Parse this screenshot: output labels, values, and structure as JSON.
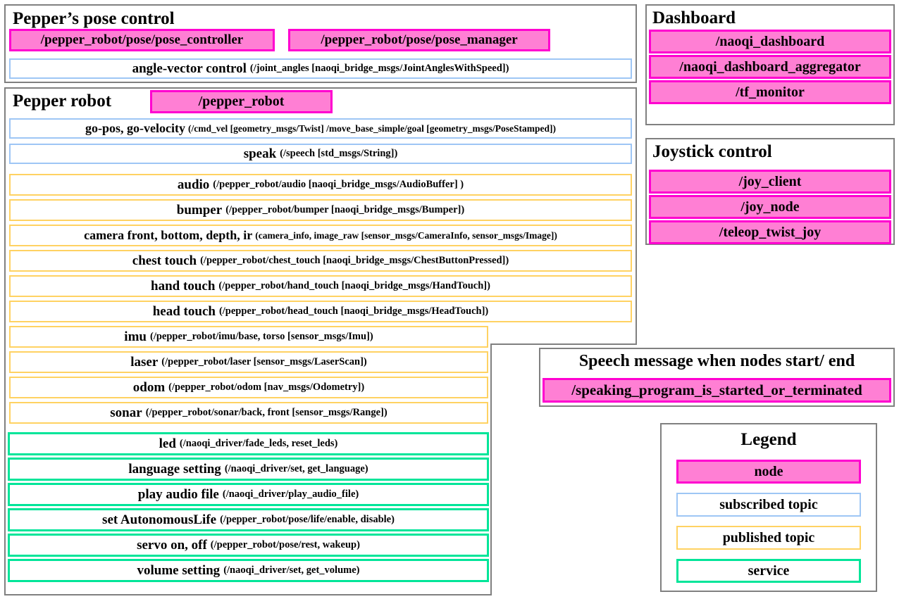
{
  "diagram": {
    "title": "Pepper robot ROS node / topic / service overview",
    "colors": {
      "node_fill": "#ff7fd4",
      "node_border": "#ff00d0",
      "subscribed_border": "#9ec6f5",
      "published_border": "#ffd262",
      "service_border": "#00e599",
      "panel_border": "#808080",
      "text": "#000000",
      "background": "#ffffff"
    }
  },
  "pose_control": {
    "title": "Pepper’s pose control",
    "nodes": [
      {
        "label": "/pepper_robot/pose/pose_controller"
      },
      {
        "label": "/pepper_robot/pose/pose_manager"
      }
    ],
    "topics": [
      {
        "bold": "angle-vector control",
        "detail": "(/joint_angles [naoqi_bridge_msgs/JointAnglesWithSpeed])",
        "kind": "subscribed"
      }
    ]
  },
  "pepper_robot": {
    "title": "Pepper robot",
    "node": {
      "label": "/pepper_robot"
    },
    "subscribed": [
      {
        "bold": "go-pos, go-velocity",
        "detail": "(/cmd_vel [geometry_msgs/Twist] /move_base_simple/goal [geometry_msgs/PoseStamped])"
      },
      {
        "bold": "speak",
        "detail": "(/speech [std_msgs/String])"
      }
    ],
    "published": [
      {
        "bold": "audio",
        "detail": "(/pepper_robot/audio [naoqi_bridge_msgs/AudioBuffer] )"
      },
      {
        "bold": "bumper",
        "detail": "(/pepper_robot/bumper [naoqi_bridge_msgs/Bumper])"
      },
      {
        "bold": "camera front, bottom, depth, ir",
        "detail": "(camera_info, image_raw [sensor_msgs/CameraInfo,  sensor_msgs/Image])"
      },
      {
        "bold": "chest touch",
        "detail": "(/pepper_robot/chest_touch [naoqi_bridge_msgs/ChestButtonPressed])"
      },
      {
        "bold": "hand touch",
        "detail": "(/pepper_robot/hand_touch [naoqi_bridge_msgs/HandTouch])"
      },
      {
        "bold": "head touch",
        "detail": "(/pepper_robot/head_touch [naoqi_bridge_msgs/HeadTouch])"
      },
      {
        "bold": "imu",
        "detail": "(/pepper_robot/imu/base, torso [sensor_msgs/Imu])"
      },
      {
        "bold": "laser",
        "detail": "(/pepper_robot/laser [sensor_msgs/LaserScan])"
      },
      {
        "bold": "odom",
        "detail": "(/pepper_robot/odom [nav_msgs/Odometry])"
      },
      {
        "bold": "sonar",
        "detail": "(/pepper_robot/sonar/back, front [sensor_msgs/Range])"
      }
    ],
    "services": [
      {
        "bold": "led",
        "detail": "(/naoqi_driver/fade_leds, reset_leds)"
      },
      {
        "bold": "language setting",
        "detail": "(/naoqi_driver/set, get_language)"
      },
      {
        "bold": "play audio file",
        "detail": "(/naoqi_driver/play_audio_file)"
      },
      {
        "bold": "set AutonomousLife",
        "detail": "(/pepper_robot/pose/life/enable, disable)"
      },
      {
        "bold": "servo on, off",
        "detail": "(/pepper_robot/pose/rest, wakeup)"
      },
      {
        "bold": "volume setting",
        "detail": "(/naoqi_driver/set, get_volume)"
      }
    ]
  },
  "dashboard": {
    "title": "Dashboard",
    "nodes": [
      {
        "label": "/naoqi_dashboard"
      },
      {
        "label": "/naoqi_dashboard_aggregator"
      },
      {
        "label": "/tf_monitor"
      }
    ]
  },
  "joystick": {
    "title": "Joystick control",
    "nodes": [
      {
        "label": "/joy_client"
      },
      {
        "label": "/joy_node"
      },
      {
        "label": "/teleop_twist_joy"
      }
    ]
  },
  "speech": {
    "title": "Speech message when nodes start/ end",
    "nodes": [
      {
        "label": "/speaking_program_is_started_or_terminated"
      }
    ]
  },
  "legend": {
    "title": "Legend",
    "items": [
      {
        "label": "node",
        "kind": "node"
      },
      {
        "label": "subscribed topic",
        "kind": "subscribed"
      },
      {
        "label": "published topic",
        "kind": "published"
      },
      {
        "label": "service",
        "kind": "service"
      }
    ]
  }
}
